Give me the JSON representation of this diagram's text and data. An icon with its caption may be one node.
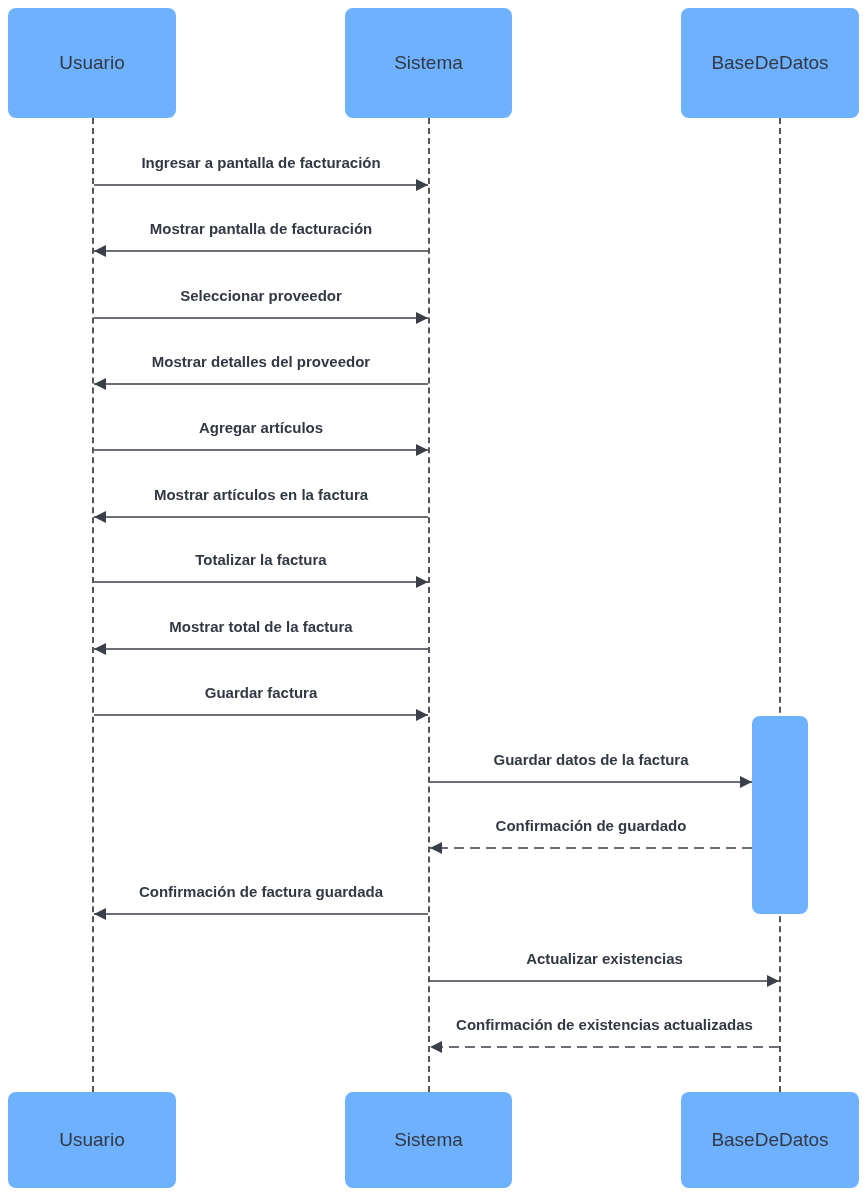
{
  "diagram": {
    "nodes": [
      {
        "text": [
          "Usuario"
        ]
      },
      {
        "text": [
          "Sistema"
        ]
      },
      {
        "text": [
          "BaseDeDatos"
        ]
      },
      {
        "text": [
          "Usuario"
        ]
      },
      {
        "text": [
          "Sistema"
        ]
      },
      {
        "text": [
          "BaseDeDatos"
        ]
      },
      {
        "text": [],
        "shape": "line"
      },
      {
        "text": [],
        "shape": "line"
      },
      {
        "text": [],
        "shape": "line"
      },
      {
        "text": [],
        "shape": "bar"
      }
    ],
    "edges": [
      {
        "from": 6,
        "to": 7,
        "arrow": "to",
        "label": "Ingresar a pantalla de facturación"
      },
      {
        "from": 7,
        "to": 6,
        "arrow": "to",
        "label": "Mostrar pantalla de facturación"
      },
      {
        "from": 6,
        "to": 7,
        "arrow": "to",
        "label": "Seleccionar proveedor"
      },
      {
        "from": 7,
        "to": 6,
        "arrow": "to",
        "label": "Mostrar detalles del proveedor"
      },
      {
        "from": 6,
        "to": 7,
        "arrow": "to",
        "label": "Agregar artículos"
      },
      {
        "from": 7,
        "to": 6,
        "arrow": "to",
        "label": "Mostrar artículos en la factura"
      },
      {
        "from": 6,
        "to": 7,
        "arrow": "to",
        "label": "Totalizar la factura"
      },
      {
        "from": 7,
        "to": 6,
        "arrow": "to",
        "label": "Mostrar total de la factura"
      },
      {
        "from": 6,
        "to": 7,
        "arrow": "to",
        "label": "Guardar factura"
      },
      {
        "from": 7,
        "to": 9,
        "arrow": "to",
        "label": "Guardar datos de la factura"
      },
      {
        "from": 9,
        "to": 7,
        "arrow": "to",
        "label": "Confirmación de guardado",
        "style": "dashed"
      },
      {
        "from": 7,
        "to": 6,
        "arrow": "to",
        "label": "Confirmación de factura guardada"
      },
      {
        "from": 7,
        "to": 8,
        "arrow": "to",
        "label": "Actualizar existencias"
      },
      {
        "from": 8,
        "to": 7,
        "arrow": "to",
        "label": "Confirmación de existencias actualizadas",
        "style": "dashed"
      }
    ]
  }
}
